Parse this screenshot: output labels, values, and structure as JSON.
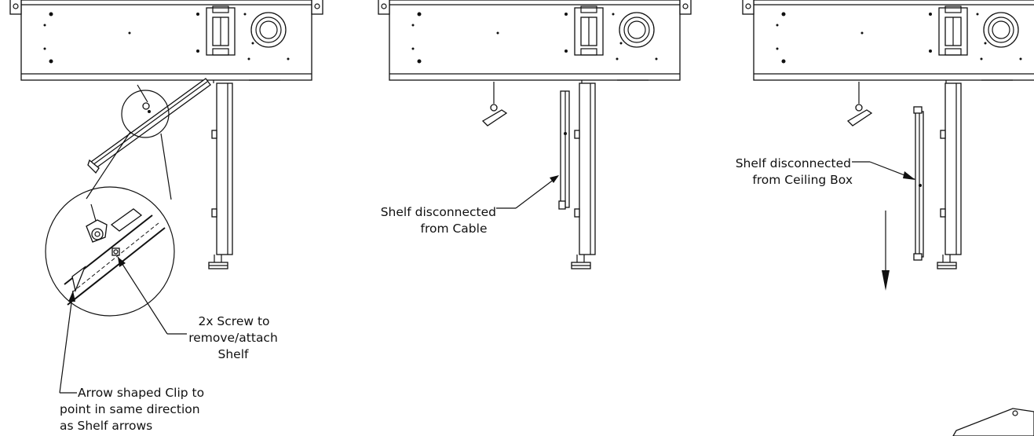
{
  "annotations": {
    "screw_line1": "2x Screw to",
    "screw_line2": "remove/attach",
    "screw_line3": "Shelf",
    "clip_line1": "Arrow shaped Clip to",
    "clip_line2": "point in same direction",
    "clip_line3": "as Shelf arrows",
    "cable_line1": "Shelf disconnected",
    "cable_line2": "from Cable",
    "box_line1": "Shelf disconnected",
    "box_line2": "from Ceiling Box"
  }
}
